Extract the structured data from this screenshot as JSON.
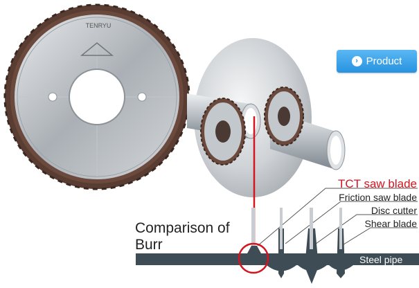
{
  "button": {
    "label": "Product",
    "icon": "chevron-right-icon"
  },
  "saw": {
    "brand": "TENRYU"
  },
  "labels": {
    "tct": "TCT saw blade",
    "friction": "Friction saw blade",
    "disc": "Disc cutter",
    "shear": "Shear blade",
    "compare_line1": "Comparison of",
    "compare_line2": "Burr",
    "pipe": "Steel pipe"
  },
  "colors": {
    "accent_red": "#d4141e",
    "button_blue": "#2793e0",
    "pipe_dark": "#3e4d55"
  }
}
